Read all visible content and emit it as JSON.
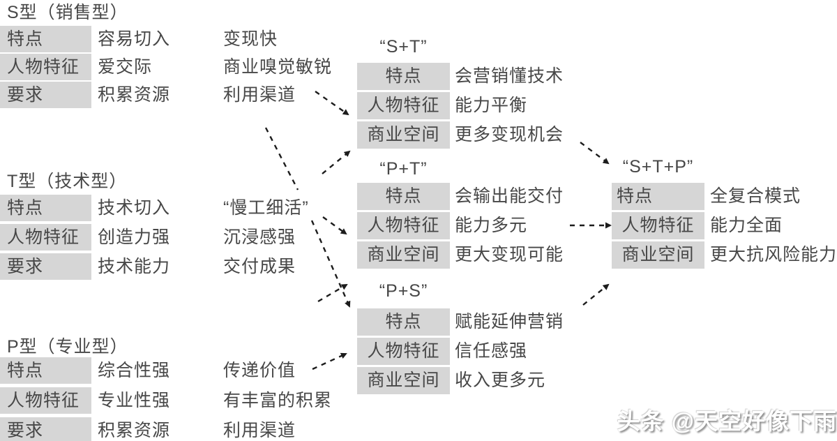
{
  "colors": {
    "cell_bg": "#d6d6d6",
    "text": "#474747",
    "arrow": "#1c1c1c"
  },
  "left_sections": [
    {
      "title": "S型（销售型）",
      "rows": [
        {
          "label": "特点",
          "value": "容易切入",
          "extra": "变现快"
        },
        {
          "label": "人物特征",
          "value": "爱交际",
          "extra": "商业嗅觉敏锐"
        },
        {
          "label": "要求",
          "value": "积累资源",
          "extra": "利用渠道"
        }
      ]
    },
    {
      "title": "T型（技术型）",
      "rows": [
        {
          "label": "特点",
          "value": "技术切入",
          "extra": "“慢工细活”"
        },
        {
          "label": "人物特征",
          "value": "创造力强",
          "extra": "沉浸感强"
        },
        {
          "label": "要求",
          "value": "技术能力",
          "extra": "交付成果"
        }
      ]
    },
    {
      "title": "P型（专业型）",
      "rows": [
        {
          "label": "特点",
          "value": "综合性强",
          "extra": "传递价值"
        },
        {
          "label": "人物特征",
          "value": "专业性强",
          "extra": "有丰富的积累"
        },
        {
          "label": "要求",
          "value": "积累资源",
          "extra": "利用渠道"
        }
      ]
    }
  ],
  "combo_sections": [
    {
      "title": "“S+T”",
      "rows": [
        {
          "label": "特点",
          "value": "会营销懂技术"
        },
        {
          "label": "人物特征",
          "value": "能力平衡"
        },
        {
          "label": "商业空间",
          "value": "更多变现机会"
        }
      ]
    },
    {
      "title": "“P+T”",
      "rows": [
        {
          "label": "特点",
          "value": "会输出能交付"
        },
        {
          "label": "人物特征",
          "value": "能力多元"
        },
        {
          "label": "商业空间",
          "value": "更大变现可能"
        }
      ]
    },
    {
      "title": "“P+S”",
      "rows": [
        {
          "label": "特点",
          "value": "赋能延伸营销"
        },
        {
          "label": "人物特征",
          "value": "信任感强"
        },
        {
          "label": "商业空间",
          "value": "收入更多元"
        }
      ]
    },
    {
      "title": "“S+T+P”",
      "rows": [
        {
          "label": "特点",
          "value": "全复合模式"
        },
        {
          "label": "人物特征",
          "value": "能力全面"
        },
        {
          "label": "商业空间",
          "value": "更大抗风险能力"
        }
      ]
    }
  ],
  "watermark": "头条 @天空好像下雨"
}
